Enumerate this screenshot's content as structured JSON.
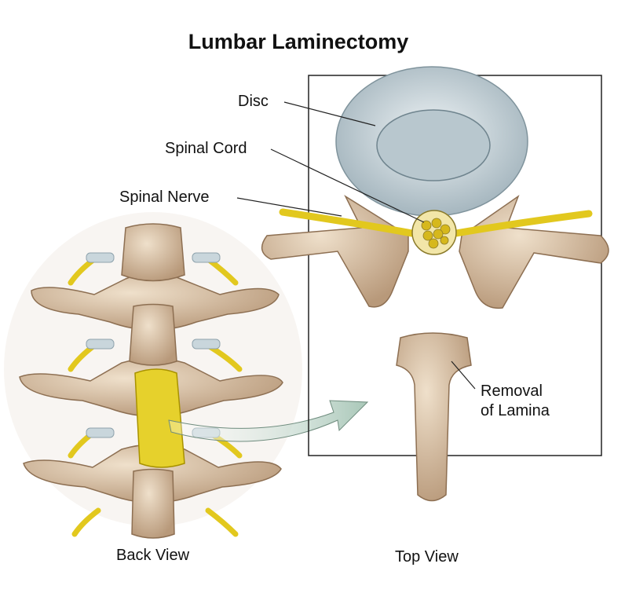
{
  "title": "Lumbar Laminectomy",
  "labels": {
    "disc": "Disc",
    "spinal_cord": "Spinal Cord",
    "spinal_nerve": "Spinal Nerve",
    "removal_line1": "Removal",
    "removal_line2": "of Lamina",
    "back_view": "Back View",
    "top_view": "Top View"
  },
  "colors": {
    "bone": "#d9c2a5",
    "bone_shadow": "#a8896b",
    "nerve": "#e2c81e",
    "disc": "#c9d6dc",
    "arrow": "#b9d1c6"
  }
}
